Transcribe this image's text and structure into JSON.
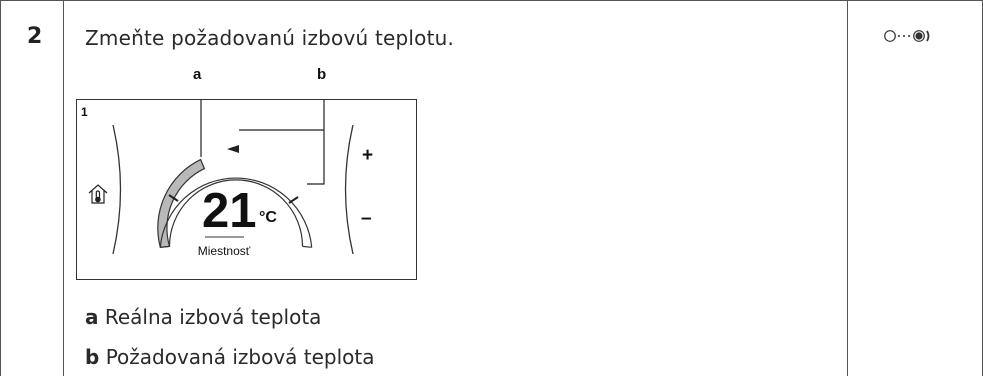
{
  "step": {
    "number": "2",
    "instruction": "Zmeňte požadovanú izbovú teplotu."
  },
  "diagram": {
    "screen_number": "1",
    "temperature_value": "21",
    "temperature_unit": "°C",
    "room_label": "Miestnosť",
    "plus_label": "+",
    "minus_label": "–",
    "callouts": [
      "a",
      "b"
    ]
  },
  "legend": [
    {
      "key": "a",
      "text": "Reálna izbová teplota"
    },
    {
      "key": "b",
      "text": "Požadovaná izbová teplota"
    }
  ],
  "icons": {
    "action_icon": "rotate-dial-icon",
    "home_thermo_icon": "home-thermometer-icon"
  }
}
